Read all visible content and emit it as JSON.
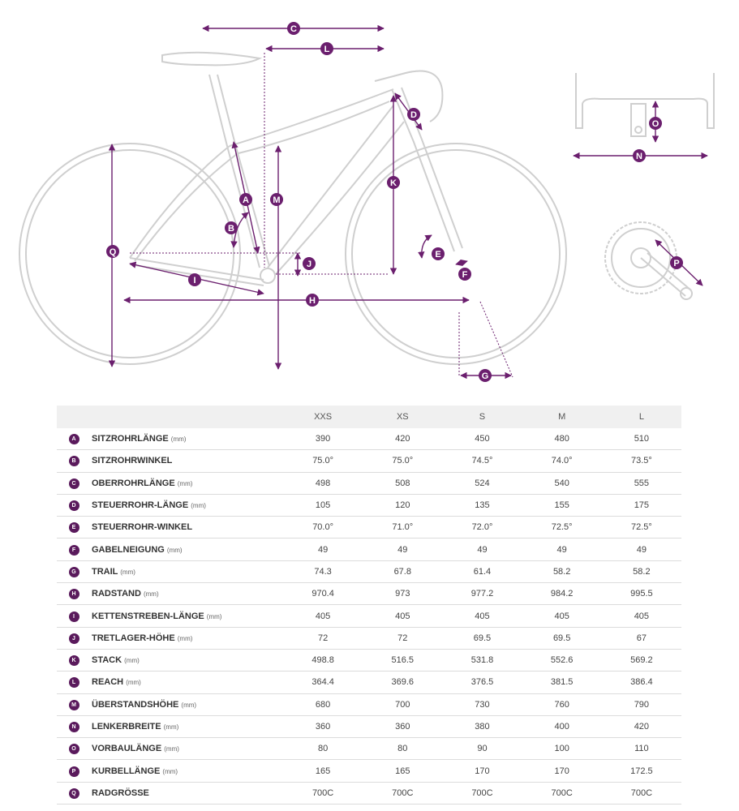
{
  "diagram": {
    "markers": [
      "A",
      "B",
      "C",
      "D",
      "E",
      "F",
      "G",
      "H",
      "I",
      "J",
      "K",
      "L",
      "M",
      "N",
      "O",
      "P",
      "Q"
    ]
  },
  "table": {
    "sizes": [
      "XXS",
      "XS",
      "S",
      "M",
      "L"
    ],
    "rows": [
      {
        "key": "A",
        "label": "SITZROHRLÄNGE",
        "unit": "(mm)",
        "values": [
          "390",
          "420",
          "450",
          "480",
          "510"
        ]
      },
      {
        "key": "B",
        "label": "SITZROHRWINKEL",
        "unit": "",
        "values": [
          "75.0°",
          "75.0°",
          "74.5°",
          "74.0°",
          "73.5°"
        ]
      },
      {
        "key": "C",
        "label": "OBERROHRLÄNGE",
        "unit": "(mm)",
        "values": [
          "498",
          "508",
          "524",
          "540",
          "555"
        ]
      },
      {
        "key": "D",
        "label": "STEUERROHR-LÄNGE",
        "unit": "(mm)",
        "values": [
          "105",
          "120",
          "135",
          "155",
          "175"
        ]
      },
      {
        "key": "E",
        "label": "STEUERROHR-WINKEL",
        "unit": "",
        "values": [
          "70.0°",
          "71.0°",
          "72.0°",
          "72.5°",
          "72.5°"
        ]
      },
      {
        "key": "F",
        "label": "GABELNEIGUNG",
        "unit": "(mm)",
        "values": [
          "49",
          "49",
          "49",
          "49",
          "49"
        ]
      },
      {
        "key": "G",
        "label": "TRAIL",
        "unit": "(mm)",
        "values": [
          "74.3",
          "67.8",
          "61.4",
          "58.2",
          "58.2"
        ]
      },
      {
        "key": "H",
        "label": "RADSTAND",
        "unit": "(mm)",
        "values": [
          "970.4",
          "973",
          "977.2",
          "984.2",
          "995.5"
        ]
      },
      {
        "key": "I",
        "label": "KETTENSTREBEN-LÄNGE",
        "unit": "(mm)",
        "values": [
          "405",
          "405",
          "405",
          "405",
          "405"
        ]
      },
      {
        "key": "J",
        "label": "TRETLAGER-HÖHE",
        "unit": "(mm)",
        "values": [
          "72",
          "72",
          "69.5",
          "69.5",
          "67"
        ]
      },
      {
        "key": "K",
        "label": "STACK",
        "unit": "(mm)",
        "values": [
          "498.8",
          "516.5",
          "531.8",
          "552.6",
          "569.2"
        ]
      },
      {
        "key": "L",
        "label": "REACH",
        "unit": "(mm)",
        "values": [
          "364.4",
          "369.6",
          "376.5",
          "381.5",
          "386.4"
        ]
      },
      {
        "key": "M",
        "label": "ÜBERSTANDSHÖHE",
        "unit": "(mm)",
        "values": [
          "680",
          "700",
          "730",
          "760",
          "790"
        ]
      },
      {
        "key": "N",
        "label": "LENKERBREITE",
        "unit": "(mm)",
        "values": [
          "360",
          "360",
          "380",
          "400",
          "420"
        ]
      },
      {
        "key": "O",
        "label": "VORBAULÄNGE",
        "unit": "(mm)",
        "values": [
          "80",
          "80",
          "90",
          "100",
          "110"
        ]
      },
      {
        "key": "P",
        "label": "KURBELLÄNGE",
        "unit": "(mm)",
        "values": [
          "165",
          "165",
          "170",
          "170",
          "172.5"
        ]
      },
      {
        "key": "Q",
        "label": "RADGRÖSSE",
        "unit": "",
        "values": [
          "700C",
          "700C",
          "700C",
          "700C",
          "700C"
        ]
      }
    ]
  }
}
